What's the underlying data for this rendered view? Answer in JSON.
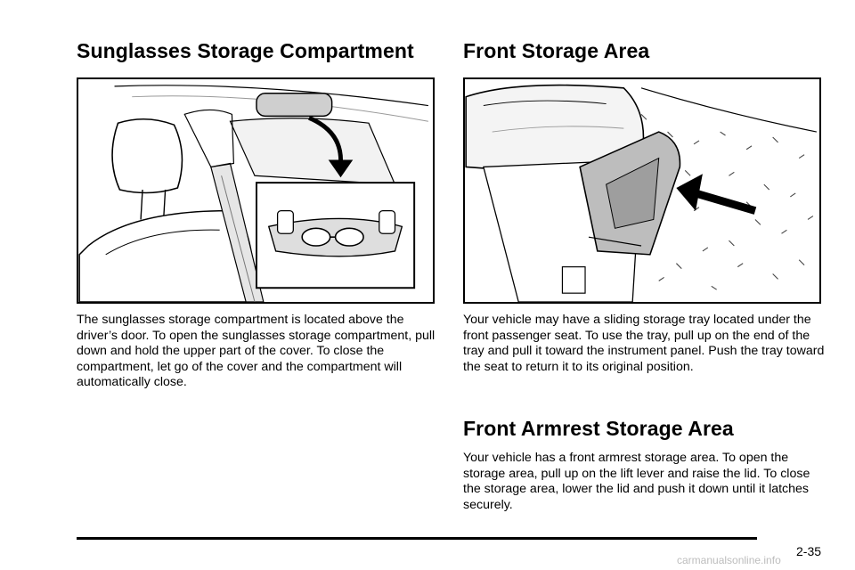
{
  "sunglasses": {
    "heading": "Sunglasses Storage Compartment",
    "body": "The sunglasses storage compartment is located above the driver’s door. To open the sunglasses storage compartment, pull down and hold the upper part of the cover. To close the compartment, let go of the cover and the compartment will automatically close."
  },
  "front_storage": {
    "heading": "Front Storage Area",
    "body": "Your vehicle may have a sliding storage tray located under the front passenger seat. To use the tray, pull up on the end of the tray and pull it toward the instrument panel. Push the tray toward the seat to return it to its original position."
  },
  "armrest": {
    "heading": "Front Armrest Storage Area",
    "body": "Your vehicle has a front armrest storage area. To open the storage area, pull up on the lift lever and raise the lid. To close the storage area, lower the lid and push it down until it latches securely."
  },
  "footer": {
    "page_number": "2-35",
    "watermark": "carmanualsonline.info"
  }
}
